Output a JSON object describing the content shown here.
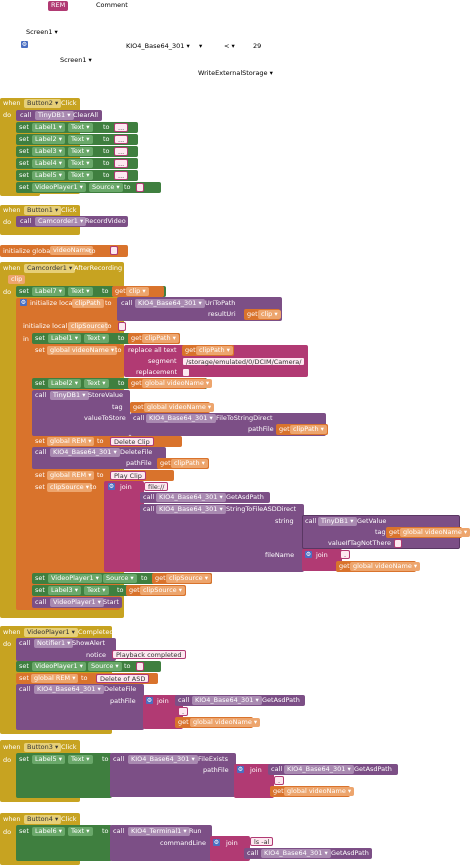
{
  "top": {
    "rem_tag": "REM",
    "comment_label": "Comment",
    "screen_a": "Screen1",
    "gear_icon": "gear-icon",
    "kio_component": "KIO4_Base64_301",
    "less_than": "<",
    "number_29": "29",
    "screen_b": "Screen1",
    "write_external": "WriteExternalStorage"
  },
  "words": {
    "when": "when",
    "do": "do",
    "set": "set",
    "to": "to",
    "call": "call",
    "get": "get",
    "in": "in",
    "join": "join",
    "text_label": "Text",
    "source_label": "Source",
    "dots": "...",
    "empty": " ",
    "quote": "\""
  },
  "b2": {
    "component": "Button2",
    "event": "Click",
    "tinydb": "TinyDB1",
    "clearall": "ClearAll",
    "labels": [
      "Label1",
      "Label2",
      "Label3",
      "Label4",
      "Label5"
    ],
    "video": "VideoPlayer1"
  },
  "b1": {
    "component": "Button1",
    "event": "Click",
    "camcorder": "Camcorder1",
    "method": "RecordVideo"
  },
  "global_init": {
    "label": "initialize global",
    "name": "videoName"
  },
  "cam": {
    "component": "Camcorder1",
    "event": "AfterRecording",
    "param": "clip",
    "label7": "Label7",
    "init_local": "initialize local",
    "clip_path": "clipPath",
    "kio": "KIO4_Base64_301",
    "uri_to_path": "UriToPath",
    "result_uri": "resultUri",
    "clip": "clip",
    "clip_source": "clipSource",
    "label1": "Label1",
    "global_videoname": "global videoName",
    "replace_all": "replace all text",
    "segment": "segment",
    "replacement": "replacement",
    "path_str": "/storage/emulated/0/DCIM/Camera/",
    "label2": "Label2",
    "tinydb": "TinyDB1",
    "store_value": "StoreValue",
    "tag": "tag",
    "value_to_store": "valueToStore",
    "file_to_string": "FileToStringDirect",
    "path_file": "pathFile",
    "global_rem": "global REM",
    "delete_clip": "Delete Clip",
    "delete_file": "DeleteFile",
    "play_clip": "Play Clip",
    "file_prefix": "file://",
    "get_asd_path": "GetAsdPath",
    "string_to_file": "StringToFileASDDirect",
    "string": "string",
    "get_value": "GetValue",
    "value_if_tag_not_there": "valueIfTagNotThere",
    "file_name": "fileName",
    "dot": ".",
    "video": "VideoPlayer1",
    "label3": "Label3",
    "start": "Start"
  },
  "vp": {
    "component": "VideoPlayer1",
    "event": "Completed",
    "notifier": "Notifier1",
    "show_alert": "ShowAlert",
    "notice": "notice",
    "playback": "Playback completed",
    "video": "VideoPlayer1",
    "global_rem": "global REM",
    "delete_asd": "Delete of ASD",
    "kio": "KIO4_Base64_301",
    "delete_file": "DeleteFile",
    "path_file": "pathFile",
    "get_asd_path": "GetAsdPath",
    "global_videoname": "global videoName"
  },
  "b3": {
    "component": "Button3",
    "event": "Click",
    "label5": "Label5",
    "kio": "KIO4_Base64_301",
    "file_exists": "FileExists",
    "path_file": "pathFile",
    "get_asd_path": "GetAsdPath",
    "global_videoname": "global videoName"
  },
  "b4": {
    "component": "Button4",
    "event": "Click",
    "label6": "Label6",
    "terminal": "KIO4_Terminal1",
    "run": "Run",
    "command_line": "commandLine",
    "ls": "ls -al",
    "kio": "KIO4_Base64_301",
    "get_asd_path": "GetAsdPath"
  }
}
